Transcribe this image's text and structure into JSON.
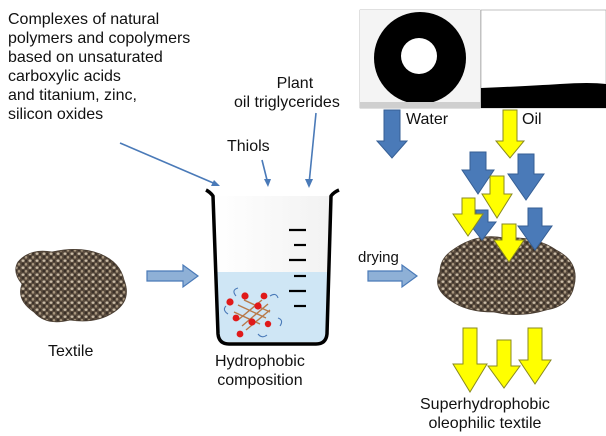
{
  "source_text": {
    "lines": [
      "Complexes of natural",
      "polymers and copolymers",
      "based on unsaturated",
      "carboxylic acids",
      "and titanium, zinc,",
      "silicon oxides"
    ]
  },
  "labels": {
    "plant_line1": "Plant",
    "plant_line2": "oil triglycerides",
    "thiols": "Thiols",
    "textile": "Textile",
    "composition_line1": "Hydrophobic",
    "composition_line2": "composition",
    "drying": "drying",
    "water": "Water",
    "oil": "Oil",
    "result_line1": "Superhydrophobic",
    "result_line2": "oleophilic textile"
  },
  "colors": {
    "blue_arrow": "#4a7ab8",
    "yellow_arrow": "#ffff00",
    "liquid": "#cfe6f5",
    "drop": "#000000",
    "textile": "#6b5c4c",
    "callout_line": "#4a7ab8"
  }
}
